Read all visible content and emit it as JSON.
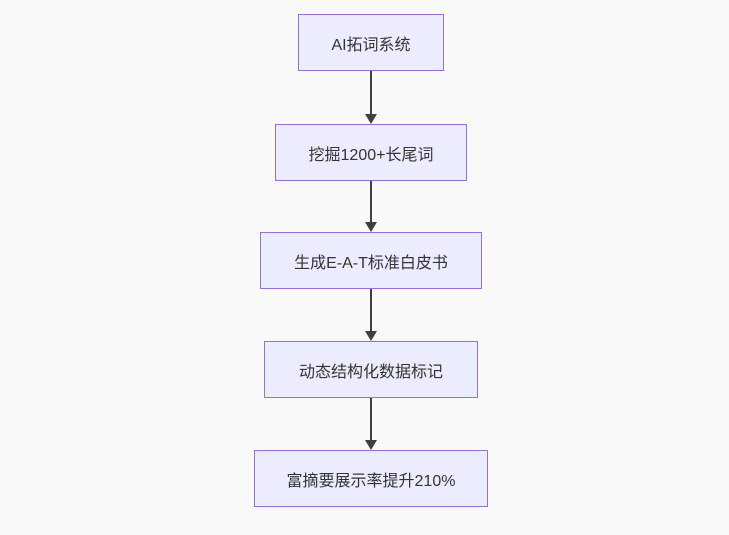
{
  "diagram": {
    "type": "flowchart",
    "direction": "top-down",
    "nodes": [
      {
        "id": "A",
        "label": "AI拓词系统"
      },
      {
        "id": "B",
        "label": "挖掘1200+长尾词"
      },
      {
        "id": "C",
        "label": "生成E-A-T标准白皮书"
      },
      {
        "id": "D",
        "label": "动态结构化数据标记"
      },
      {
        "id": "E",
        "label": "富摘要展示率提升210%"
      }
    ],
    "edges": [
      {
        "from": "A",
        "to": "B"
      },
      {
        "from": "B",
        "to": "C"
      },
      {
        "from": "C",
        "to": "D"
      },
      {
        "from": "D",
        "to": "E"
      }
    ],
    "colors": {
      "node_fill": "#ececff",
      "node_border": "#9370db",
      "node_text": "#333333",
      "edge": "#3f3f3f",
      "background": "#f9f9f9"
    }
  }
}
